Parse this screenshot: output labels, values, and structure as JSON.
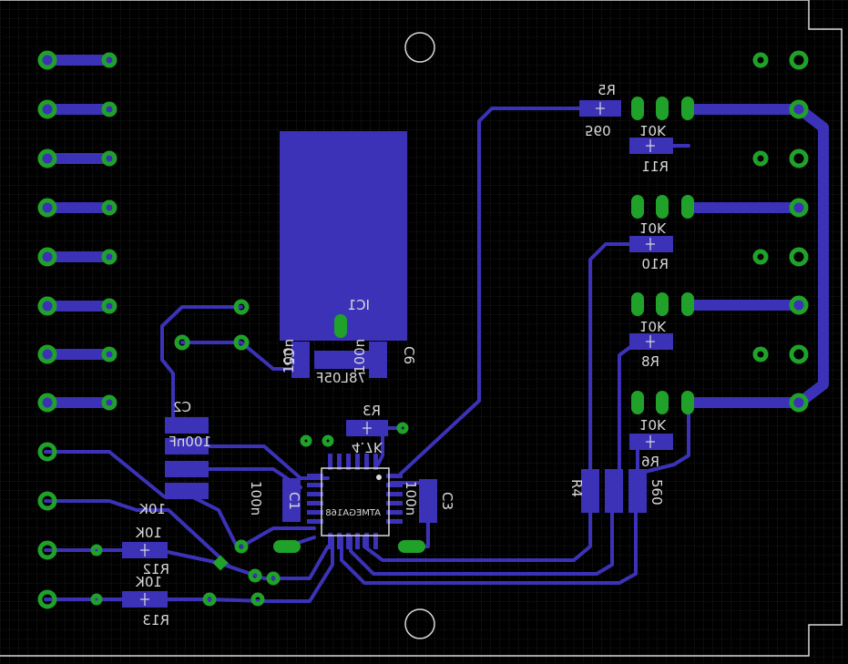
{
  "board": {
    "background": "#000000",
    "grid_color": "#3a3a3a",
    "trace_color": "#3b32b8",
    "pad_color": "#1fa12a",
    "outline_color": "#d9d9d9",
    "label_color": "#d9d9d9"
  },
  "labels": {
    "r5_name": "R5",
    "r5_value": "560",
    "r11_name": "R11",
    "r11_value": "10K",
    "r10_name": "R10",
    "r10_value": "10K",
    "r8_name": "R8",
    "r8_value": "10K",
    "r6_name": "R6",
    "r6_value": "10K",
    "ic1_name": "IC1",
    "ic1_part": "78L05F",
    "c5_name": "C5",
    "c6_name": "C6",
    "c5_value": "100n",
    "c6_value": "100n",
    "r3_name": "R3",
    "r3_value": "4.7K",
    "c2_name": "C2",
    "c2_value": "100nF",
    "c1_name": "C1",
    "c1_value": "100n",
    "c3_name": "C3",
    "c3_value": "100n",
    "mcu_name": "ATMEGA168",
    "r12_name": "R12",
    "r12_value": "10K",
    "r13_name": "R13",
    "r13_value": "10K",
    "r_left_value": "10K",
    "r_right_value": "560",
    "r4_name": "R4"
  }
}
